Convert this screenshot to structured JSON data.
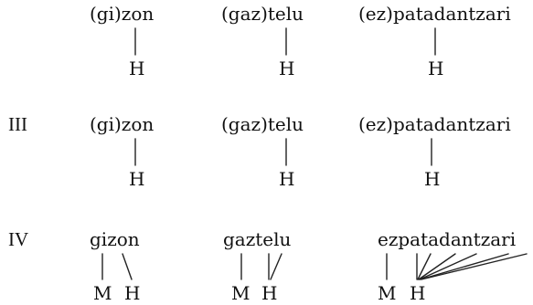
{
  "rows": [
    {
      "label": "",
      "items": [
        {
          "word": "(gi)zon",
          "tones": [
            "H"
          ]
        },
        {
          "word": "(gaz)telu",
          "tones": [
            "H"
          ]
        },
        {
          "word": "(ez)patadantzari",
          "tones": [
            "H"
          ]
        }
      ]
    },
    {
      "label": "III",
      "items": [
        {
          "word": "(gi)zon",
          "tones": [
            "H"
          ]
        },
        {
          "word": "(gaz)telu",
          "tones": [
            "H"
          ]
        },
        {
          "word": "(ez)patadantzari",
          "tones": [
            "H"
          ]
        }
      ]
    },
    {
      "label": "IV",
      "items": [
        {
          "word": "gizon",
          "tones": [
            "M",
            "H"
          ]
        },
        {
          "word": "gaztelu",
          "tones": [
            "M",
            "H"
          ]
        },
        {
          "word": "ezpatadantzari",
          "tones": [
            "M",
            "H"
          ]
        }
      ]
    }
  ]
}
